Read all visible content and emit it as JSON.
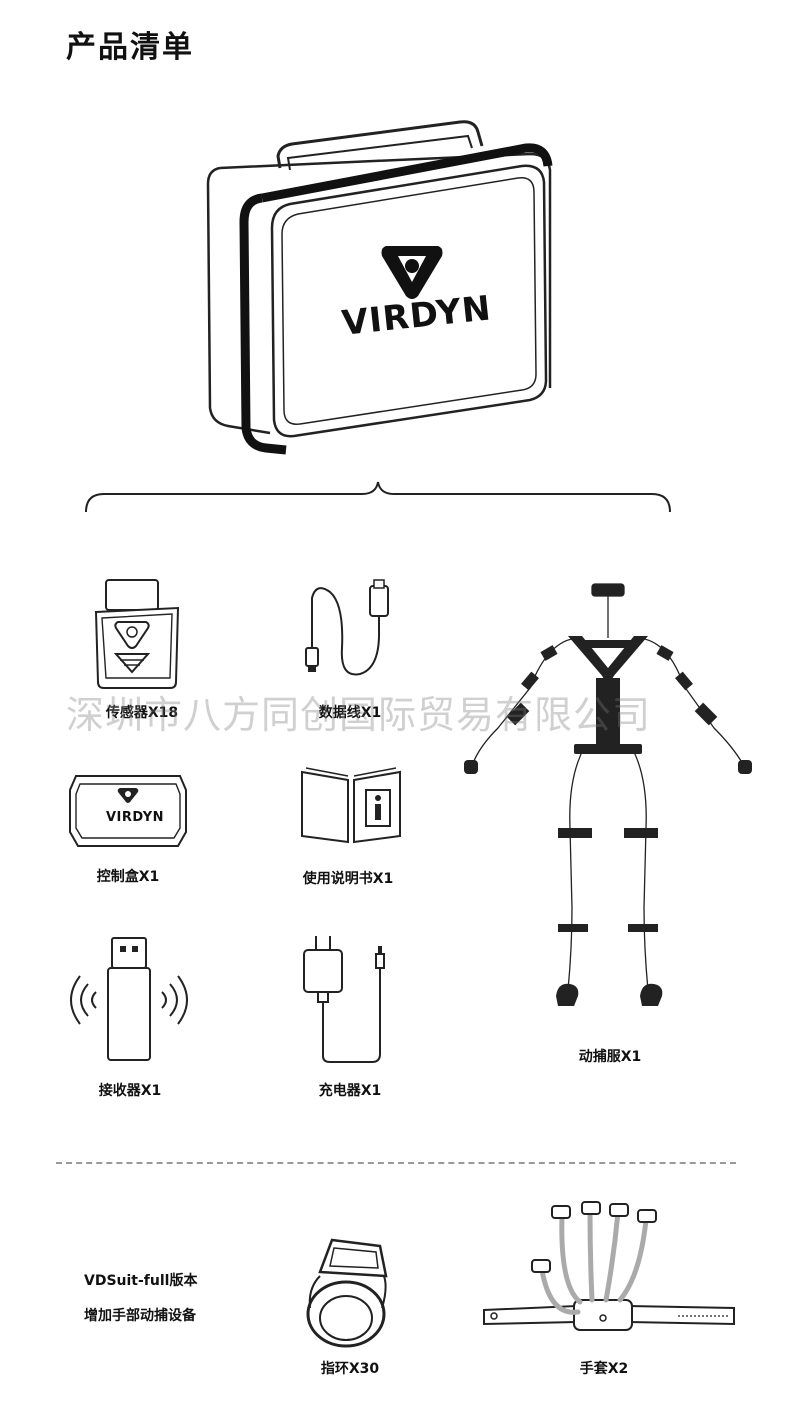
{
  "title": "产品清单",
  "case_brand": "VIRDYN",
  "controller_brand": "VIRDYN",
  "watermark": "深圳市八方同创国际贸易有限公司",
  "items": {
    "sensor": "传感器X18",
    "cable": "数据线X1",
    "suit": "动捕服X1",
    "control_box": "控制盒X1",
    "manual": "使用说明书X1",
    "receiver": "接收器X1",
    "charger": "充电器X1",
    "ring": "指环X30",
    "glove": "手套X2"
  },
  "full_version": {
    "line1": "VDSuit-full版本",
    "line2": "增加手部动捕设备"
  }
}
